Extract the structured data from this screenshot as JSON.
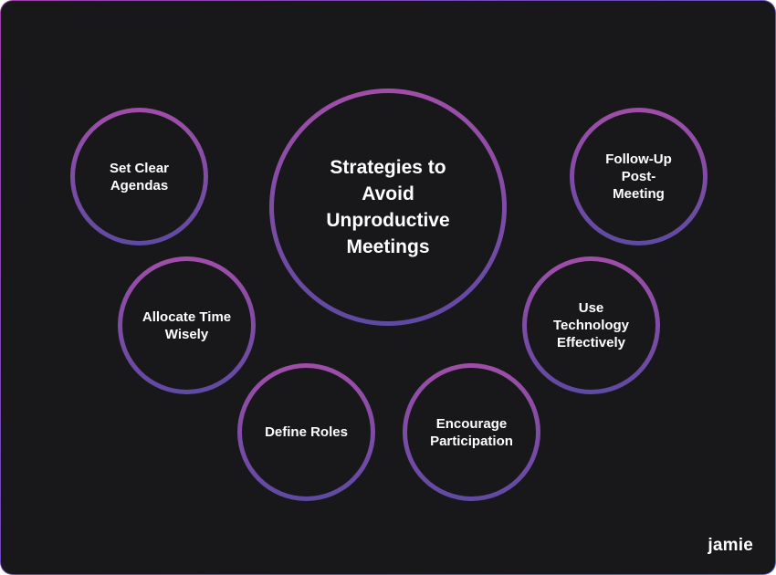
{
  "diagram": {
    "center": "Strategies to\nAvoid\nUnproductive\nMeetings",
    "nodes": [
      {
        "id": "set-clear-agendas",
        "label": "Set Clear\nAgendas"
      },
      {
        "id": "allocate-time-wisely",
        "label": "Allocate Time\nWisely"
      },
      {
        "id": "define-roles",
        "label": "Define Roles"
      },
      {
        "id": "encourage-participation",
        "label": "Encourage\nParticipation"
      },
      {
        "id": "use-technology-effectively",
        "label": "Use\nTechnology\nEffectively"
      },
      {
        "id": "follow-up-post-meeting",
        "label": "Follow-Up\nPost-\nMeeting"
      }
    ]
  },
  "brand": {
    "name": "jamie"
  },
  "colors": {
    "background": "#18171a",
    "ring_top": "#a04ea8",
    "ring_bottom": "#5e4aa2",
    "text": "#ffffff"
  }
}
